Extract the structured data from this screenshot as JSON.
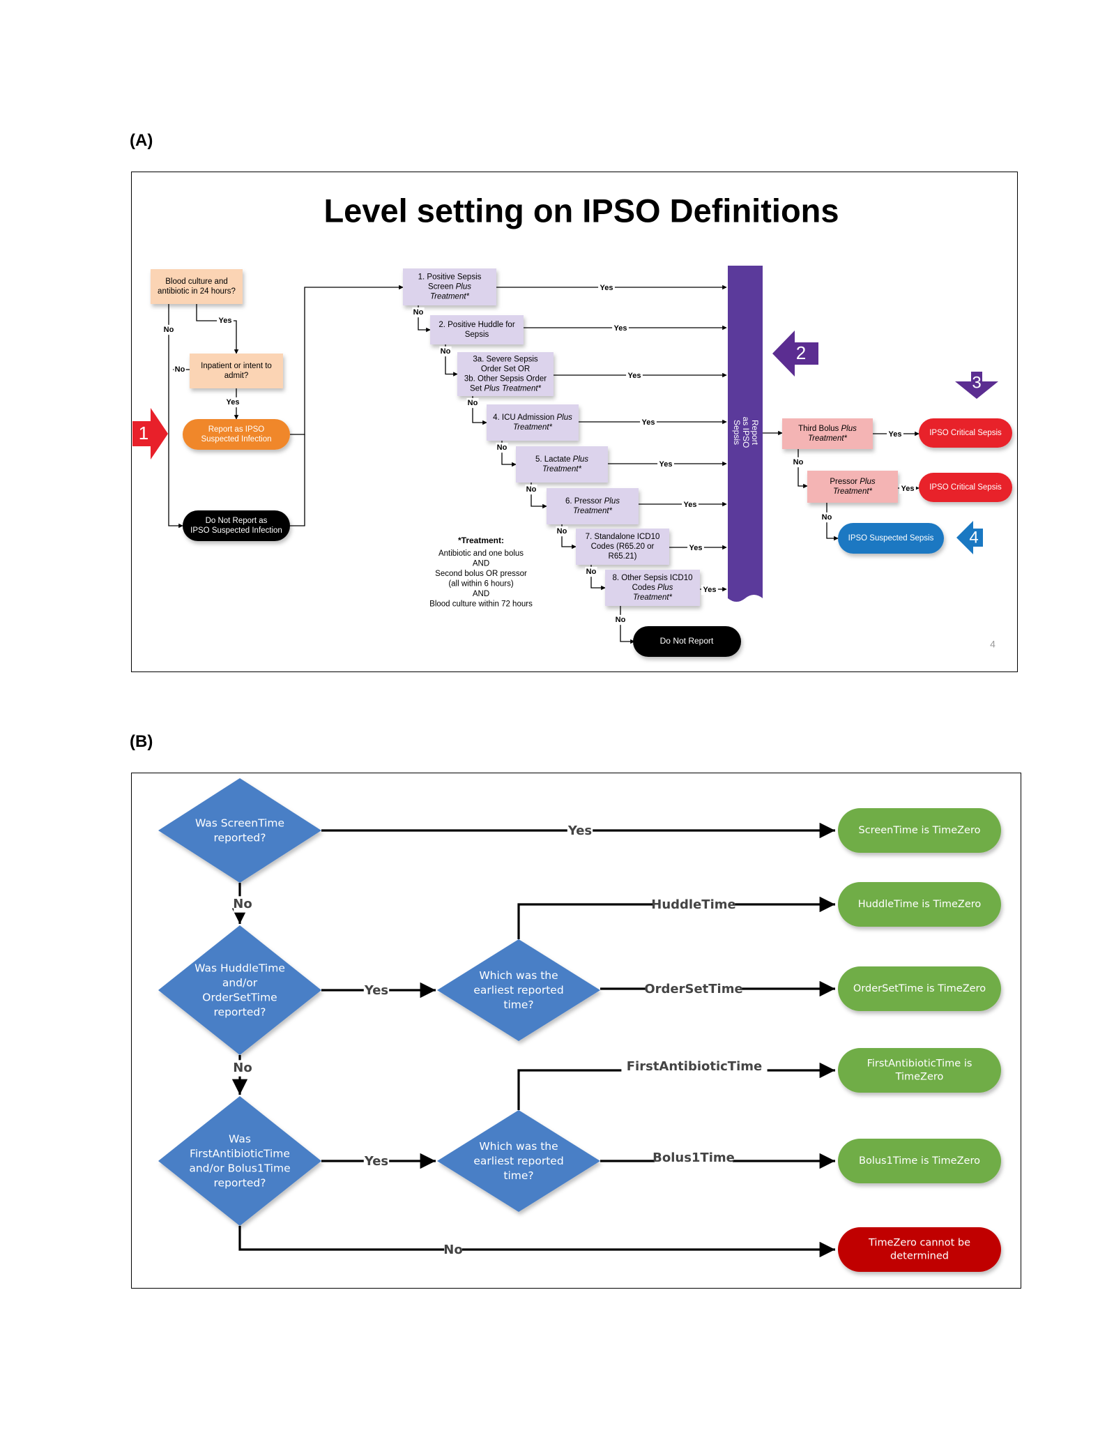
{
  "panels": {
    "a_label": "(A)",
    "b_label": "(B)"
  },
  "panel_a": {
    "title": "Level setting on IPSO Definitions",
    "page_number": "4",
    "colors": {
      "orange_box": "#fbd4b4",
      "orange_pill": "#f0872a",
      "lavender_box": "#dcd3ec",
      "purple_bar": "#5b3a9b",
      "pink_box": "#f4b4b4",
      "red_pill": "#e8202a",
      "blue_pill": "#1a78c2",
      "red_arrow": "#e8202a",
      "purple_arrow": "#5b2d91",
      "blue_arrow": "#1a78c2"
    },
    "left": {
      "blood_culture_q": [
        "Blood culture and",
        "antibiotic in 24 hours?"
      ],
      "inpatient_q": [
        "Inpatient or intent to",
        "admit?"
      ],
      "report_suspected": [
        "Report as IPSO",
        "Suspected Infection"
      ],
      "do_not_report": [
        "Do Not Report as",
        "IPSO Suspected Infection"
      ],
      "yes": "Yes",
      "no": "No",
      "marker_1": "1"
    },
    "criteria": [
      {
        "lines": [
          "1. Positive Sepsis",
          "Screen |Plus|",
          "|Treatment*|"
        ]
      },
      {
        "lines": [
          "2. Positive Huddle for",
          "Sepsis"
        ]
      },
      {
        "lines": [
          "3a. Severe Sepsis",
          "Order Set OR",
          "3b. Other Sepsis Order",
          "Set |Plus Treatment*|"
        ]
      },
      {
        "lines": [
          "4. ICU Admission |Plus|",
          "|Treatment*|"
        ]
      },
      {
        "lines": [
          "5. Lactate |Plus|",
          "|Treatment*|"
        ]
      },
      {
        "lines": [
          "6. Pressor |Plus|",
          "|Treatment*|"
        ]
      },
      {
        "lines": [
          "7. Standalone ICD10",
          "Codes (R65.20 or",
          "R65.21)"
        ]
      },
      {
        "lines": [
          "8. Other Sepsis ICD10",
          "Codes |Plus|",
          "|Treatment*|"
        ]
      }
    ],
    "do_not_report_final": "Do Not Report",
    "yes": "Yes",
    "no": "No",
    "treatment_note": {
      "heading": "*Treatment:",
      "lines": [
        "Antibiotic and one bolus",
        "AND",
        "Second bolus OR pressor",
        "(all within 6 hours)",
        "AND",
        "Blood culture within 72 hours"
      ]
    },
    "report_bar_lines": [
      "Report",
      "as IPSO",
      "Sepsis"
    ],
    "marker_2": "2",
    "marker_3": "3",
    "marker_4": "4",
    "right": {
      "third_bolus": [
        "Third Bolus |Plus|",
        "|Treatment*|"
      ],
      "pressor": [
        "Pressor |Plus|",
        "|Treatment*|"
      ],
      "critical_1": "IPSO Critical Sepsis",
      "critical_2": "IPSO Critical Sepsis",
      "suspected_sepsis": "IPSO Suspected Sepsis"
    }
  },
  "panel_b": {
    "colors": {
      "diamond": "#4a7fc6",
      "green": "#70ad47",
      "red": "#c00000"
    },
    "diamonds": {
      "screen": [
        "Was ScreenTime",
        "reported?"
      ],
      "huddle_order": [
        "Was HuddleTime",
        "and/or",
        "OrderSetTime",
        "reported?"
      ],
      "antibiotic_bolus": [
        "Was",
        "FirstAntibioticTime",
        "and/or Bolus1Time",
        "reported?"
      ],
      "earliest_1": [
        "Which was the",
        "earliest reported",
        "time?"
      ],
      "earliest_2": [
        "Which was the",
        "earliest reported",
        "time?"
      ]
    },
    "results": {
      "screen": [
        "ScreenTime is TimeZero"
      ],
      "huddle": [
        "HuddleTime is TimeZero"
      ],
      "orderset": [
        "OrderSetTime is TimeZero"
      ],
      "antibiotic": [
        "FirstAntibioticTime is",
        "TimeZero"
      ],
      "bolus": [
        "Bolus1Time is TimeZero"
      ],
      "undetermined": [
        "TimeZero cannot be",
        "determined"
      ]
    },
    "edges": {
      "yes": "Yes",
      "no": "No",
      "huddle": "HuddleTime",
      "orderset": "OrderSetTime",
      "antibiotic": "FirstAntibioticTime",
      "bolus": "Bolus1Time"
    }
  }
}
